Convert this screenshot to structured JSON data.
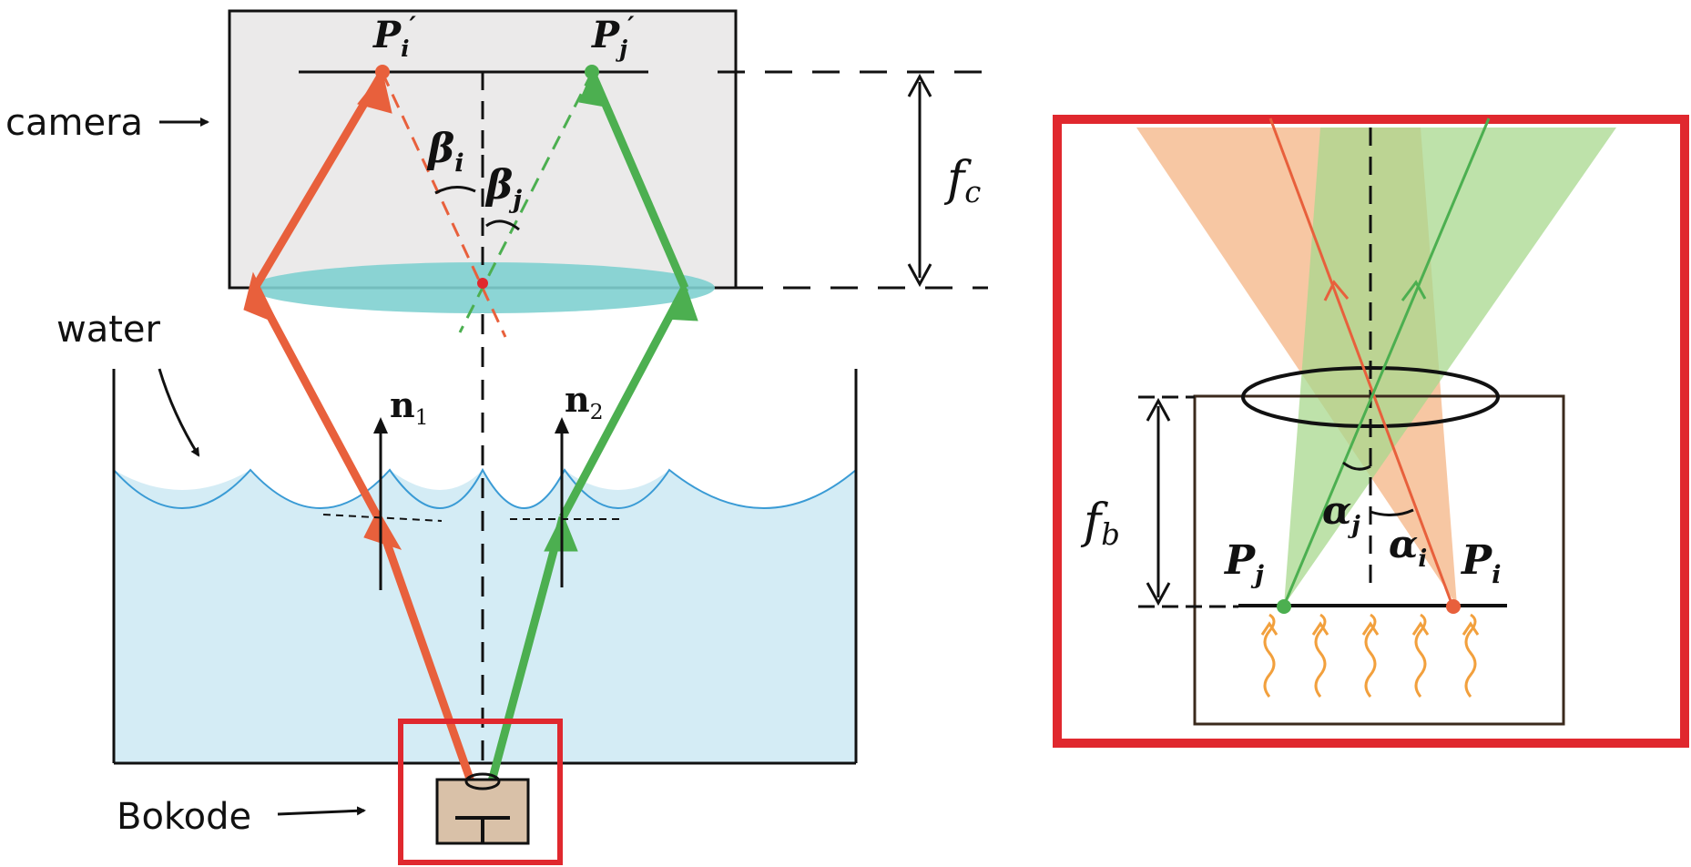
{
  "labels": {
    "camera": "camera",
    "water": "water",
    "bokode": "Bokode",
    "focal_camera": "f",
    "focal_camera_sub": "c",
    "focal_bokode": "f",
    "focal_bokode_sub": "b",
    "n1": "n",
    "n1_sub": "1",
    "n2": "n",
    "n2_sub": "2",
    "beta_i": "β",
    "beta_i_sub": "i",
    "beta_j": "β",
    "beta_j_sub": "j",
    "alpha_i": "α",
    "alpha_i_sub": "i",
    "alpha_j": "α",
    "alpha_j_sub": "j",
    "p_i_prime": "P",
    "p_i_prime_sub": "i",
    "p_j_prime": "P",
    "p_j_prime_sub": "j",
    "prime_mark": "′",
    "p_i": "P",
    "p_i_sub": "i",
    "p_j": "P",
    "p_j_sub": "j"
  },
  "colors": {
    "ray_i": "#e8603c",
    "ray_j": "#4caf50",
    "water_fill": "#d4ecf5",
    "water_line": "#3a9bd5",
    "camera_fill": "#ebeaea",
    "lens_fill": "#7fd0d0",
    "inset_border": "#e0282e",
    "bokode_fill": "#d9c1a8",
    "cone_i": "#f5b98c",
    "cone_j": "#a8d88e",
    "wave_light": "#f2a03d"
  }
}
